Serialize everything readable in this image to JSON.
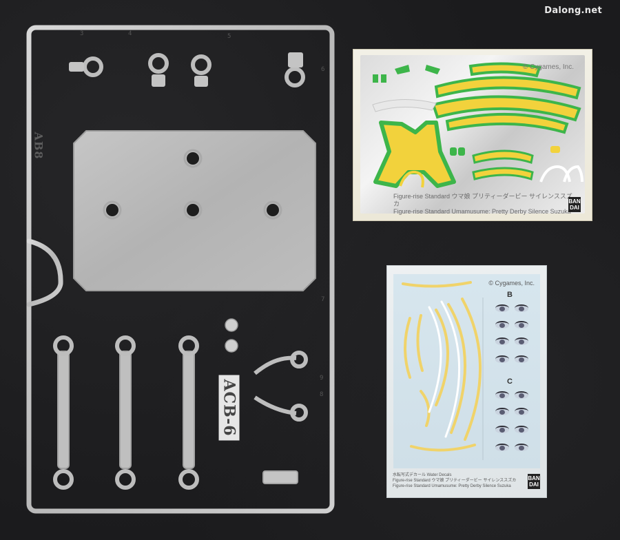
{
  "watermark": "Dalong.net",
  "runner": {
    "part_code_top": "AB8",
    "part_code_bottom": "ACB-6",
    "labels": [
      "3",
      "4",
      "5",
      "6",
      "7",
      "8",
      "9"
    ]
  },
  "foil_sheet": {
    "copyright": "© Cygames, Inc.",
    "caption_line1": "Figure-rise Standard ウマ娘 プリティーダービー サイレンススズカ",
    "caption_line2": "Figure-rise Standard Umamusume: Pretty Derby Silence Suzuka",
    "brand": "BAN DAI",
    "colors": {
      "green": "#3db54a",
      "yellow": "#f2d23c"
    }
  },
  "decal_sheet": {
    "copyright": "© Cygames, Inc.",
    "section_b": "B",
    "section_c": "C",
    "footer_line1": "水転写式デカール  Water Decals",
    "footer_line2": "Figure-rise Standard ウマ娘 プリティーダービー サイレンススズカ",
    "footer_line3": "Figure-rise Standard Umamusume: Pretty Derby Silence Suzuka",
    "brand": "BAN DAI",
    "colors": {
      "yellow": "#f0d36a",
      "white": "#ffffff"
    }
  }
}
